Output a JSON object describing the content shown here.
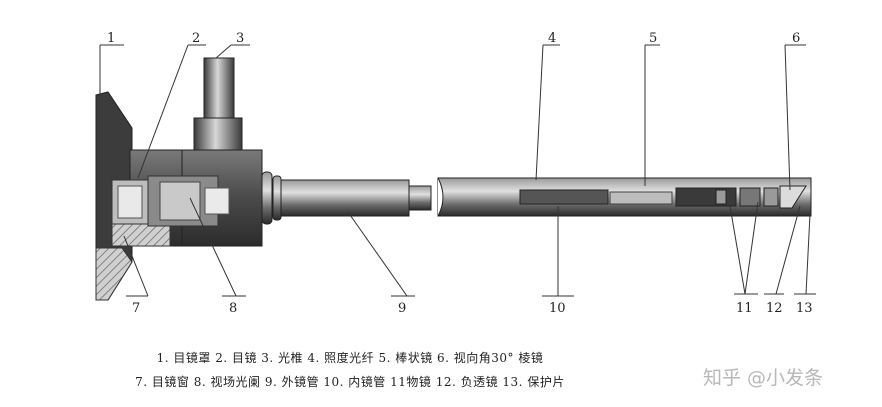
{
  "callouts": [
    "1",
    "2",
    "3",
    "4",
    "5",
    "6",
    "7",
    "8",
    "9",
    "10",
    "11",
    "12",
    "13"
  ],
  "legend": {
    "line1": "1. 目镜罩  2. 目镜  3. 光椎  4. 照度光纤  5. 棒状镜  6. 视向角30°  棱镜",
    "line2": "7. 目镜窗  8. 视场光阑  9. 外镜管  10. 内镜管  11物镜  12. 负透镜  13. 保护片"
  },
  "watermark": "知乎 @小发条"
}
